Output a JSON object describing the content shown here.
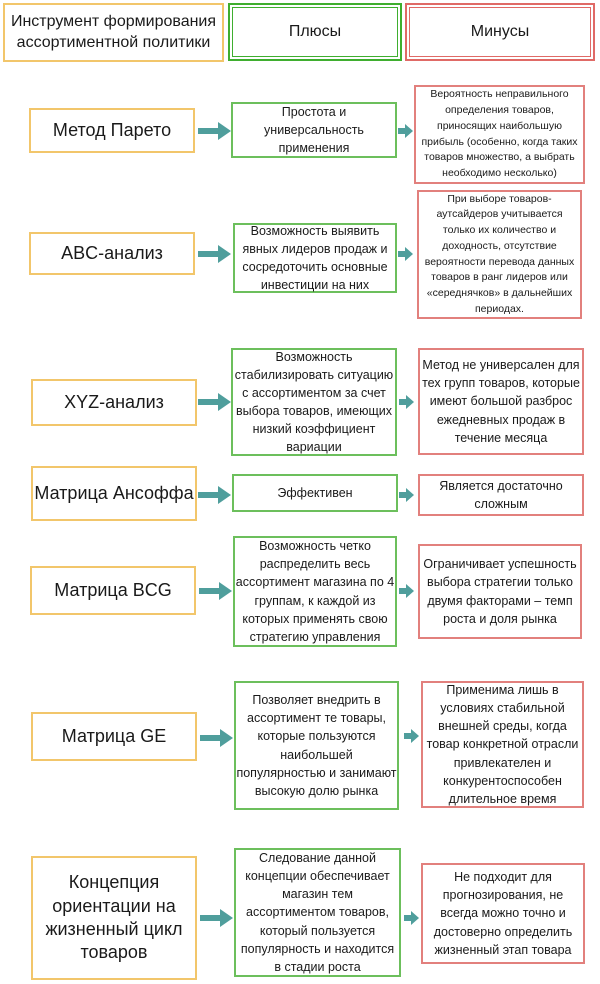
{
  "header": {
    "tool": "Инструмент формирования ассортиментной политики",
    "pros": "Плюсы",
    "cons": "Минусы"
  },
  "rows": [
    {
      "tool": "Метод Парето",
      "pro": "Простота и универсальность применения",
      "con": "Вероятность неправильного определения товаров, приносящих наибольшую прибыль (особенно, когда таких товаров множество, а выбрать необходимо несколько)"
    },
    {
      "tool": "ABC-анализ",
      "pro": "Возможность выявить явных лидеров продаж и сосредоточить основные инвестиции на них",
      "con": "При выборе товаров-аутсайдеров учитывается только их количество и доходность, отсутствие вероятности перевода данных товаров в ранг лидеров или «середнячков» в дальнейших периодах."
    },
    {
      "tool": "XYZ-анализ",
      "pro": "Возможность стабилизировать ситуацию с ассортиментом за счет выбора товаров, имеющих низкий коэффициент вариации",
      "con": "Метод не универсален для тех групп товаров, которые имеют большой разброс ежедневных продаж в течение месяца"
    },
    {
      "tool": "Матрица Ансоффа",
      "pro": "Эффективен",
      "con": "Является достаточно сложным"
    },
    {
      "tool": "Матрица BCG",
      "pro": "Возможность четко распределить весь ассортимент магазина по 4 группам, к каждой из которых применять свою стратегию управления",
      "con": "Ограничивает успешность выбора стратегии только двумя факторами – темп роста и доля рынка"
    },
    {
      "tool": "Матрица GE",
      "pro": "Позволяет внедрить в ассортимент те товары, которые пользуются наибольшей популярностью и занимают высокую долю рынка",
      "con": "Применима лишь в условиях стабильной внешней среды, когда товар конкретной отрасли привлекателен и конкурентоспособен длительное время"
    },
    {
      "tool": "Концепция ориентации на жизненный цикл товаров",
      "pro": "Следование данной концепции обеспечивает магазин тем ассортиментом товаров, который пользуется популярность и находится в стадии роста",
      "con": "Не подходит для прогнозирования, не всегда можно точно и достоверно определить жизненный этап товара"
    }
  ],
  "colors": {
    "tool_border": "#f2c66b",
    "pro_border": "#6cbf5c",
    "con_border": "#e2807d",
    "arrow": "#4f9e9c"
  }
}
